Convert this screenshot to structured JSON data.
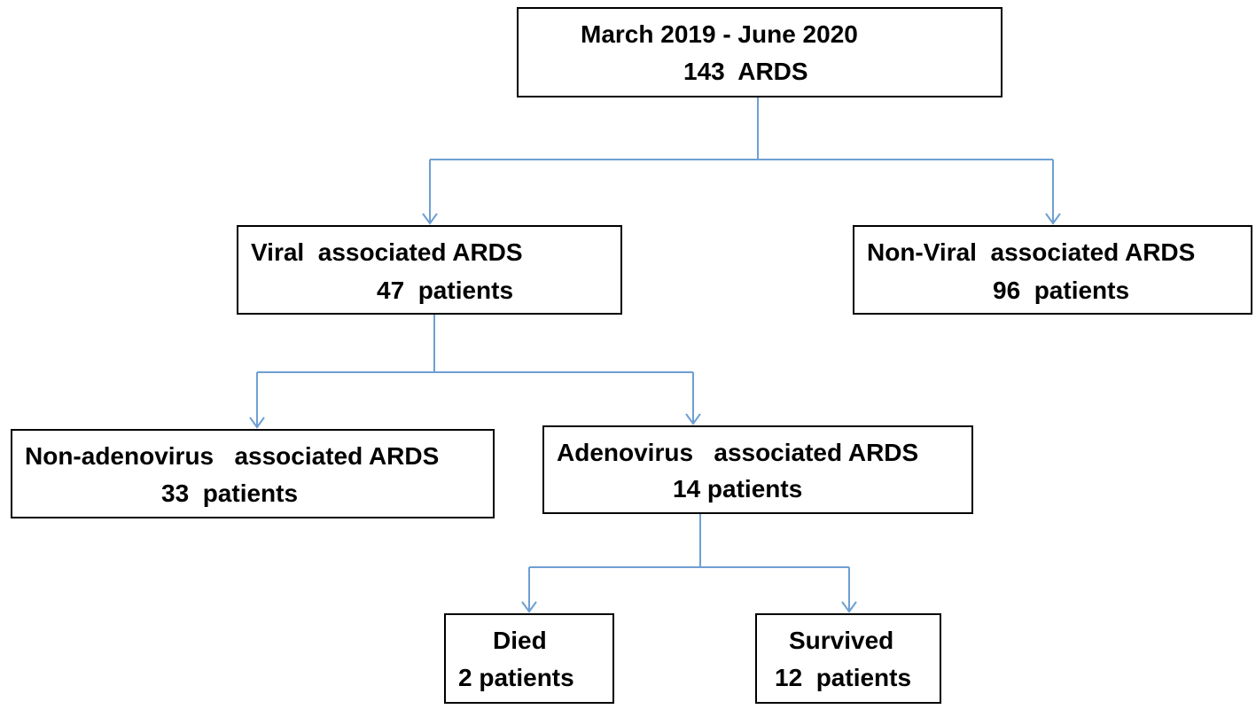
{
  "colors": {
    "connector": "#6E9FD2",
    "box_border": "#000000",
    "text": "#000000",
    "background": "#FFFFFF"
  },
  "nodes": {
    "root": {
      "line1": "March 2019 - June 2020",
      "line2": "143  ARDS"
    },
    "viral": {
      "line1": "Viral  associated ARDS",
      "line2": "47  patients"
    },
    "non_viral": {
      "line1": "Non-Viral  associated ARDS",
      "line2": "96  patients"
    },
    "non_adenovirus": {
      "line1": "Non-adenovirus   associated ARDS",
      "line2": "33  patients"
    },
    "adenovirus": {
      "line1": "Adenovirus   associated ARDS",
      "line2": "14 patients"
    },
    "died": {
      "line1": "Died",
      "line2": "2 patients"
    },
    "survived": {
      "line1": "Survived",
      "line2": "12  patients"
    }
  }
}
